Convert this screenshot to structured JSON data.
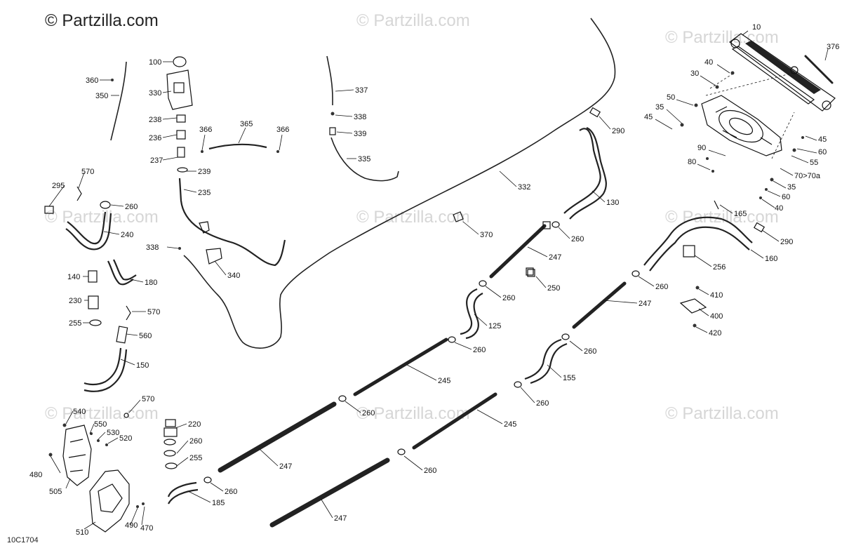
{
  "copyright": "© Partzilla.com",
  "watermark": "© Partzilla.com",
  "drawing_code": "10C1704",
  "callouts": {
    "c10": "10",
    "c376": "376",
    "c40a": "40",
    "c30": "30",
    "c50": "50",
    "c35a": "35",
    "c45a": "45",
    "c45b": "45",
    "c60a": "60",
    "c55": "55",
    "c90": "90",
    "c80": "80",
    "c70": "70>70a",
    "c35b": "35",
    "c60b": "60",
    "c40b": "40",
    "c290a": "290",
    "c290b": "290",
    "c165": "165",
    "c160": "160",
    "c256": "256",
    "c410": "410",
    "c400": "400",
    "c420": "420",
    "c100": "100",
    "c330": "330",
    "c238": "238",
    "c236": "236",
    "c237": "237",
    "c239": "239",
    "c235": "235",
    "c366a": "366",
    "c365": "365",
    "c366b": "366",
    "c360": "360",
    "c350": "350",
    "c337": "337",
    "c338a": "338",
    "c339": "339",
    "c335": "335",
    "c332": "332",
    "c338b": "338",
    "c340": "340",
    "c370": "370",
    "c130": "130",
    "c260a": "260",
    "c247a": "247",
    "c250": "250",
    "c260b": "260",
    "c260c": "260",
    "c247b": "247",
    "c260d": "260",
    "c125": "125",
    "c260e": "260",
    "c245a": "245",
    "c260f": "260",
    "c155": "155",
    "c260g": "260",
    "c245b": "245",
    "c260h": "260",
    "c247c": "247",
    "c247d": "247",
    "c260i": "260",
    "c185": "185",
    "c255a": "255",
    "c260j": "260",
    "c220": "220",
    "c295": "295",
    "c570a": "570",
    "c260k": "260",
    "c240": "240",
    "c140": "140",
    "c180": "180",
    "c230": "230",
    "c570b": "570",
    "c255b": "255",
    "c560": "560",
    "c150": "150",
    "c570c": "570",
    "c540": "540",
    "c550": "550",
    "c530": "530",
    "c520": "520",
    "c480": "480",
    "c505": "505",
    "c510": "510",
    "c490": "490",
    "c470": "470"
  }
}
